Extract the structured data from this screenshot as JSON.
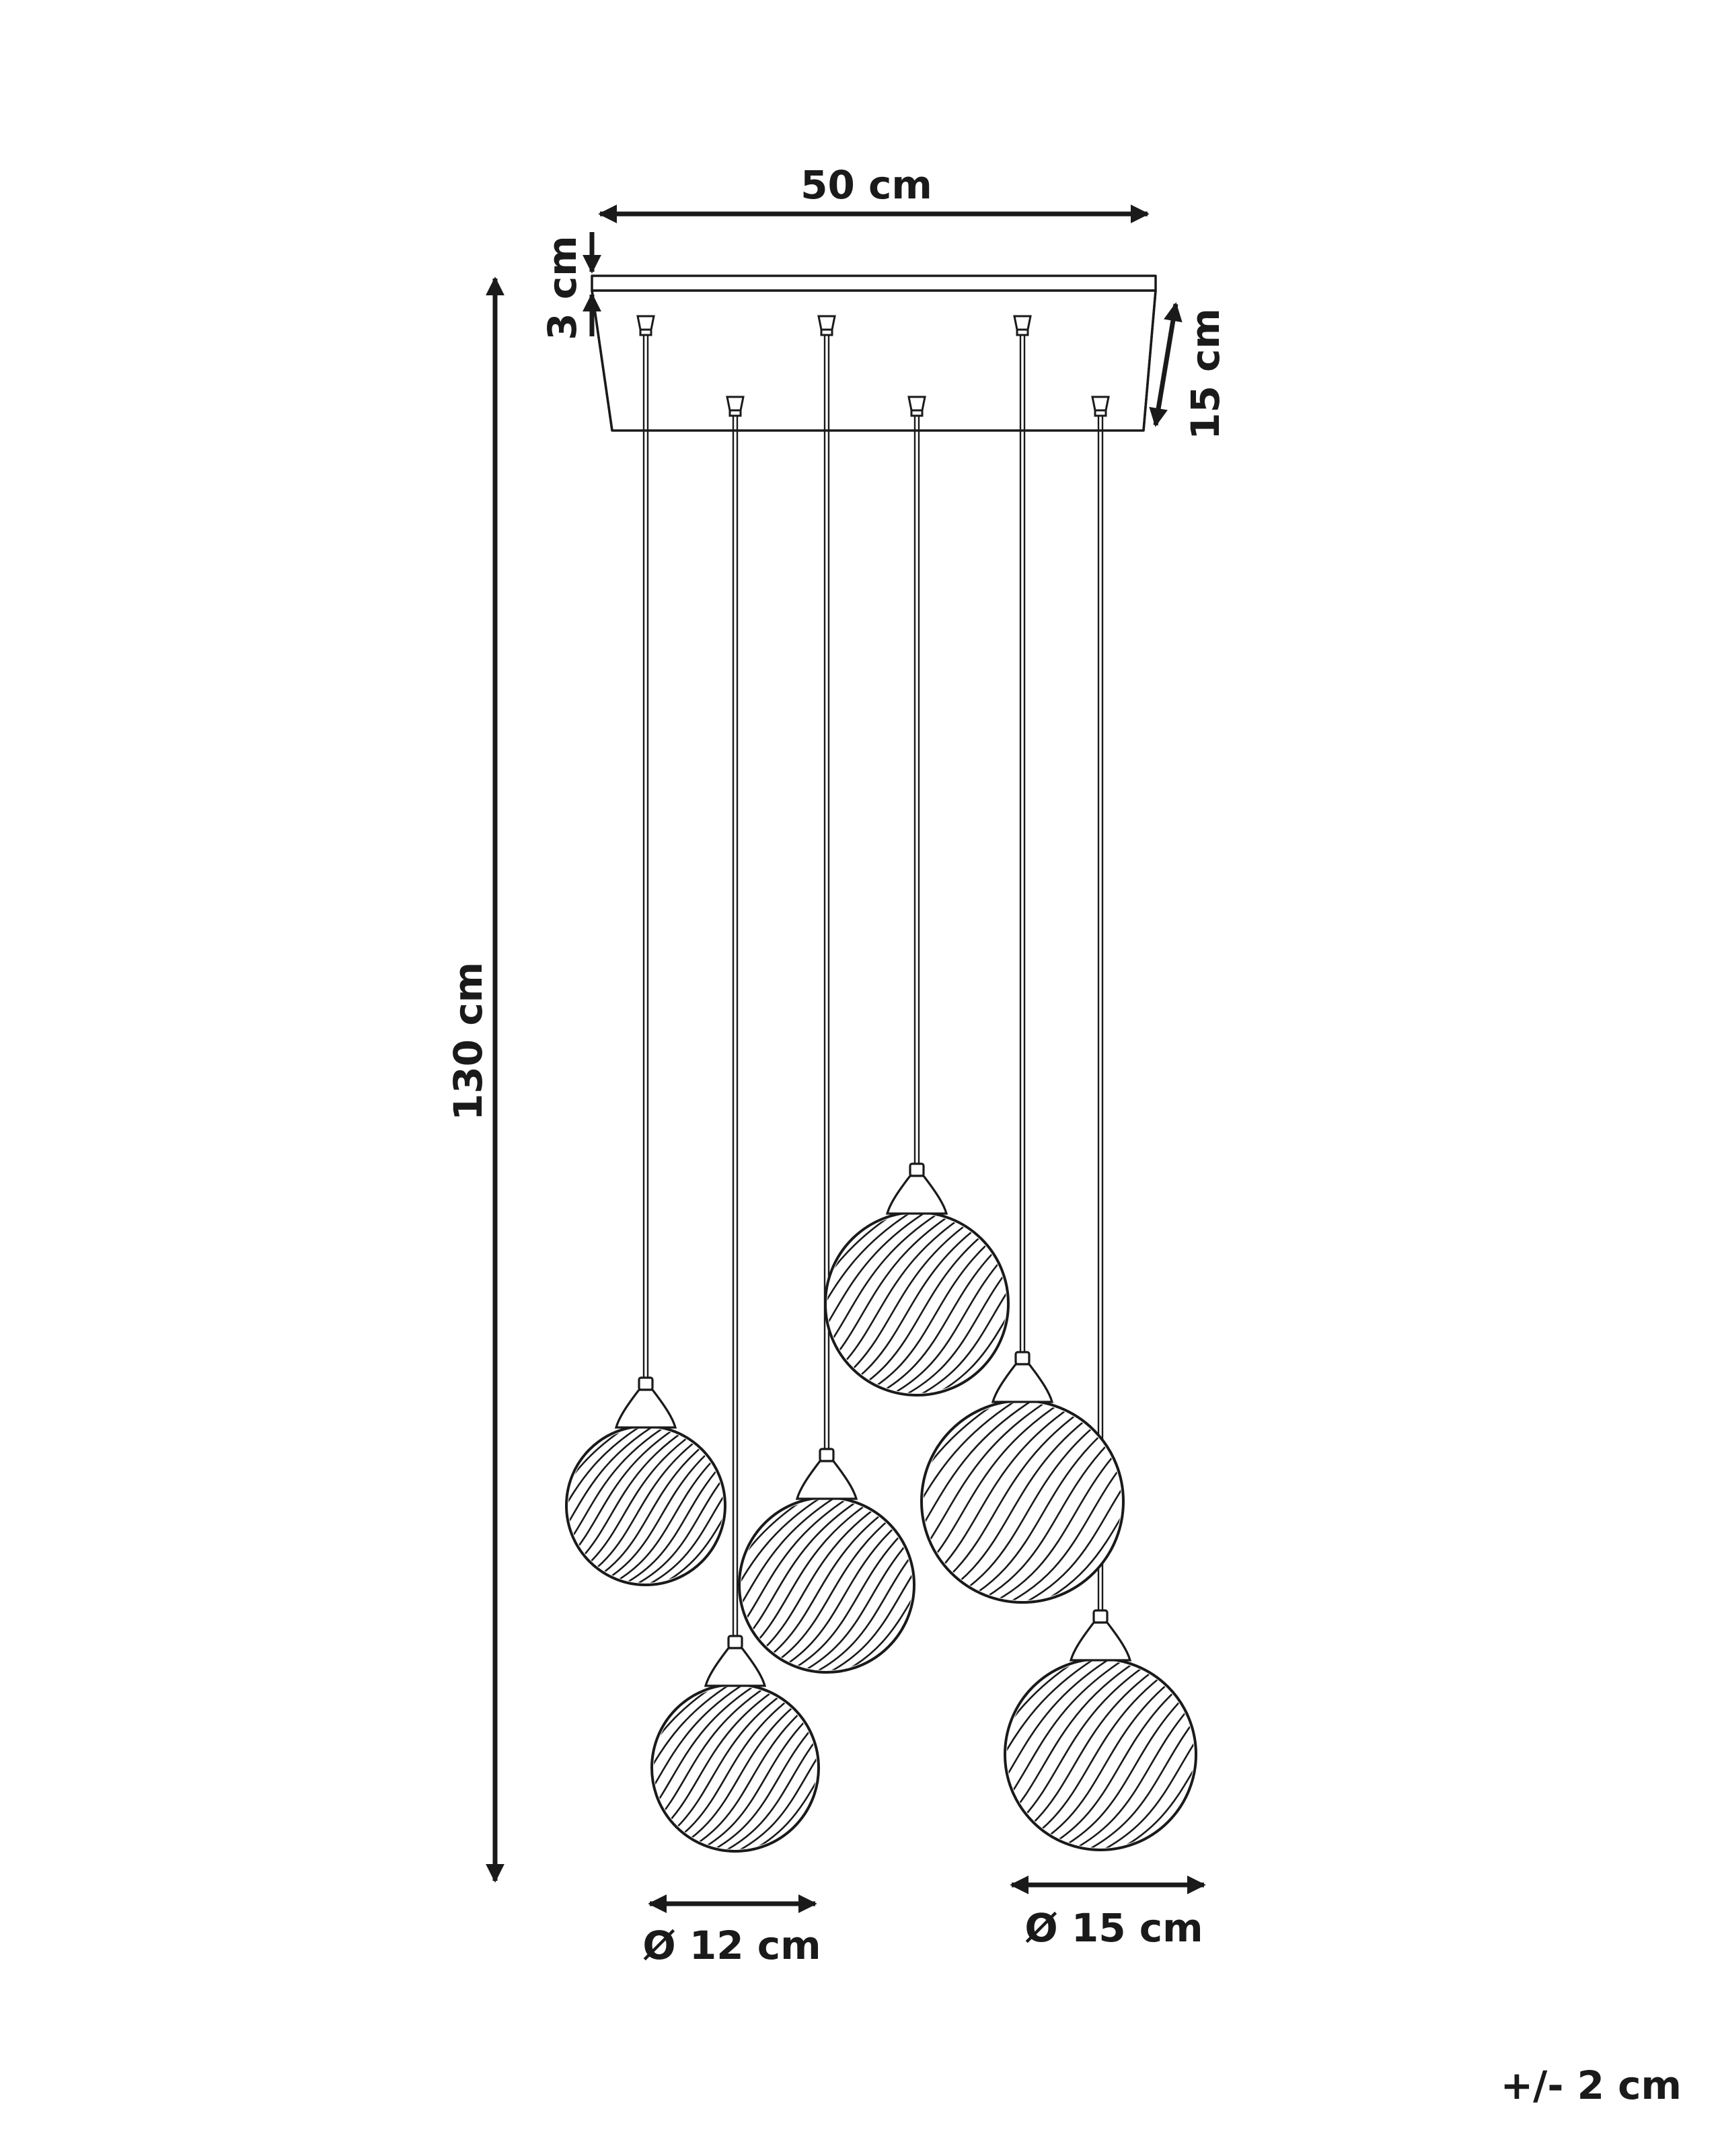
{
  "dimensions": {
    "width": "50 cm",
    "canopy_thickness": "3 cm",
    "canopy_depth": "15 cm",
    "total_height": "130 cm",
    "small_shade_diameter": "Ø 12 cm",
    "large_shade_diameter": "Ø 15 cm",
    "tolerance": "+/- 2 cm"
  },
  "colors": {
    "line": "#1a1a1a",
    "background": "#ffffff"
  },
  "pendant_count": 6
}
